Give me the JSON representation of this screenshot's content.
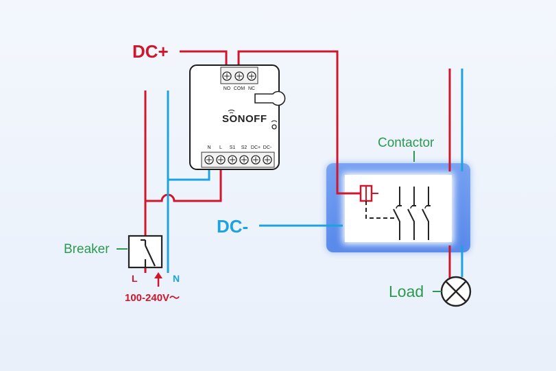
{
  "labels": {
    "dc_plus": "DC+",
    "dc_minus": "DC-",
    "breaker": "Breaker",
    "contactor": "Contactor",
    "load": "Load",
    "voltage": "100-240V～",
    "live": "L",
    "neutral": "N"
  },
  "device": {
    "brand": "SONOFF",
    "top_terminals": [
      "NO",
      "COM",
      "NC"
    ],
    "bottom_terminals": [
      "N",
      "L",
      "S1",
      "S2",
      "DC+",
      "DC-"
    ]
  },
  "colors": {
    "live_wire": "#d0162b",
    "neutral_wire": "#1aa3de",
    "label_green": "#2b9a4e",
    "contactor_glow": "#3f7fe6"
  }
}
